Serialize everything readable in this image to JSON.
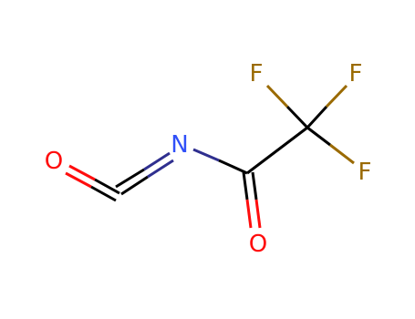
{
  "molecule": {
    "atoms": [
      {
        "id": "O1",
        "symbol": "O",
        "color": "#ff0d0d"
      },
      {
        "id": "N1",
        "symbol": "N",
        "color": "#3050f8"
      },
      {
        "id": "O2",
        "symbol": "O",
        "color": "#ff0d0d"
      },
      {
        "id": "F1",
        "symbol": "F",
        "color": "#9a6a00"
      },
      {
        "id": "F2",
        "symbol": "F",
        "color": "#9a6a00"
      },
      {
        "id": "F3",
        "symbol": "F",
        "color": "#9a6a00"
      }
    ],
    "bond_color_carbon": "#000000",
    "bond_color_nitrogen": "#2f2f8f"
  }
}
